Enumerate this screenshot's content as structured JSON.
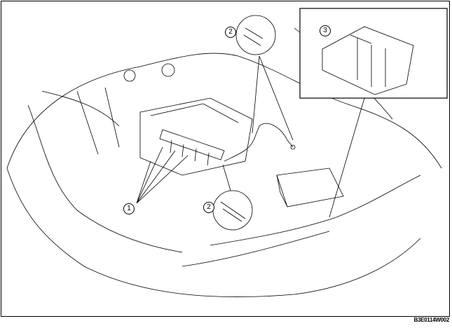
{
  "callouts": {
    "one": "1",
    "two_top": "2",
    "two_bottom": "2",
    "three": "3"
  },
  "figure_code": "B3E0114W002"
}
